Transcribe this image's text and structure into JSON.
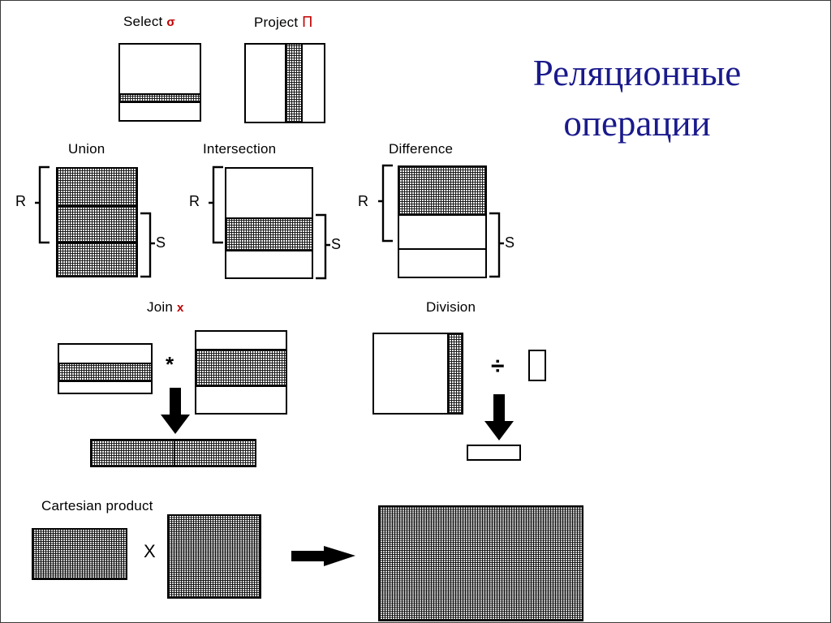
{
  "slide": {
    "title_line1": "Реляционные",
    "title_line2": "операции",
    "title_color": "#1a1a8c",
    "accent_color": "#c00000",
    "border_color": "#3a3a3a"
  },
  "operations": {
    "select": {
      "label": "Select",
      "symbol": "σ"
    },
    "project": {
      "label": "Project",
      "symbol": "П"
    },
    "union": {
      "label": "Union"
    },
    "intersection": {
      "label": "Intersection"
    },
    "difference": {
      "label": "Difference"
    },
    "join": {
      "label": "Join",
      "symbol": "x"
    },
    "division": {
      "label": "Division"
    },
    "cartesian": {
      "label": "Cartesian product"
    }
  },
  "relation_labels": {
    "r": "R",
    "s": "S"
  },
  "operators": {
    "join_star": "*",
    "cartesian_x": "X",
    "division_sign": "÷"
  }
}
